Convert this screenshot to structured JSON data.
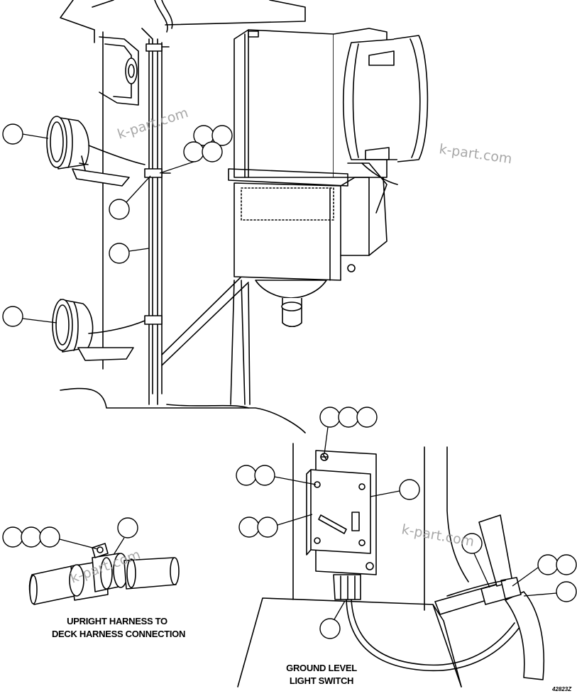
{
  "captions": {
    "harness_line1": "UPRIGHT HARNESS TO",
    "harness_line2": "DECK HARNESS CONNECTION",
    "switch_line1": "GROUND LEVEL",
    "switch_line2": "LIGHT SWITCH"
  },
  "watermark": {
    "text": "k-part.com"
  },
  "drawing_code": "42823Z"
}
